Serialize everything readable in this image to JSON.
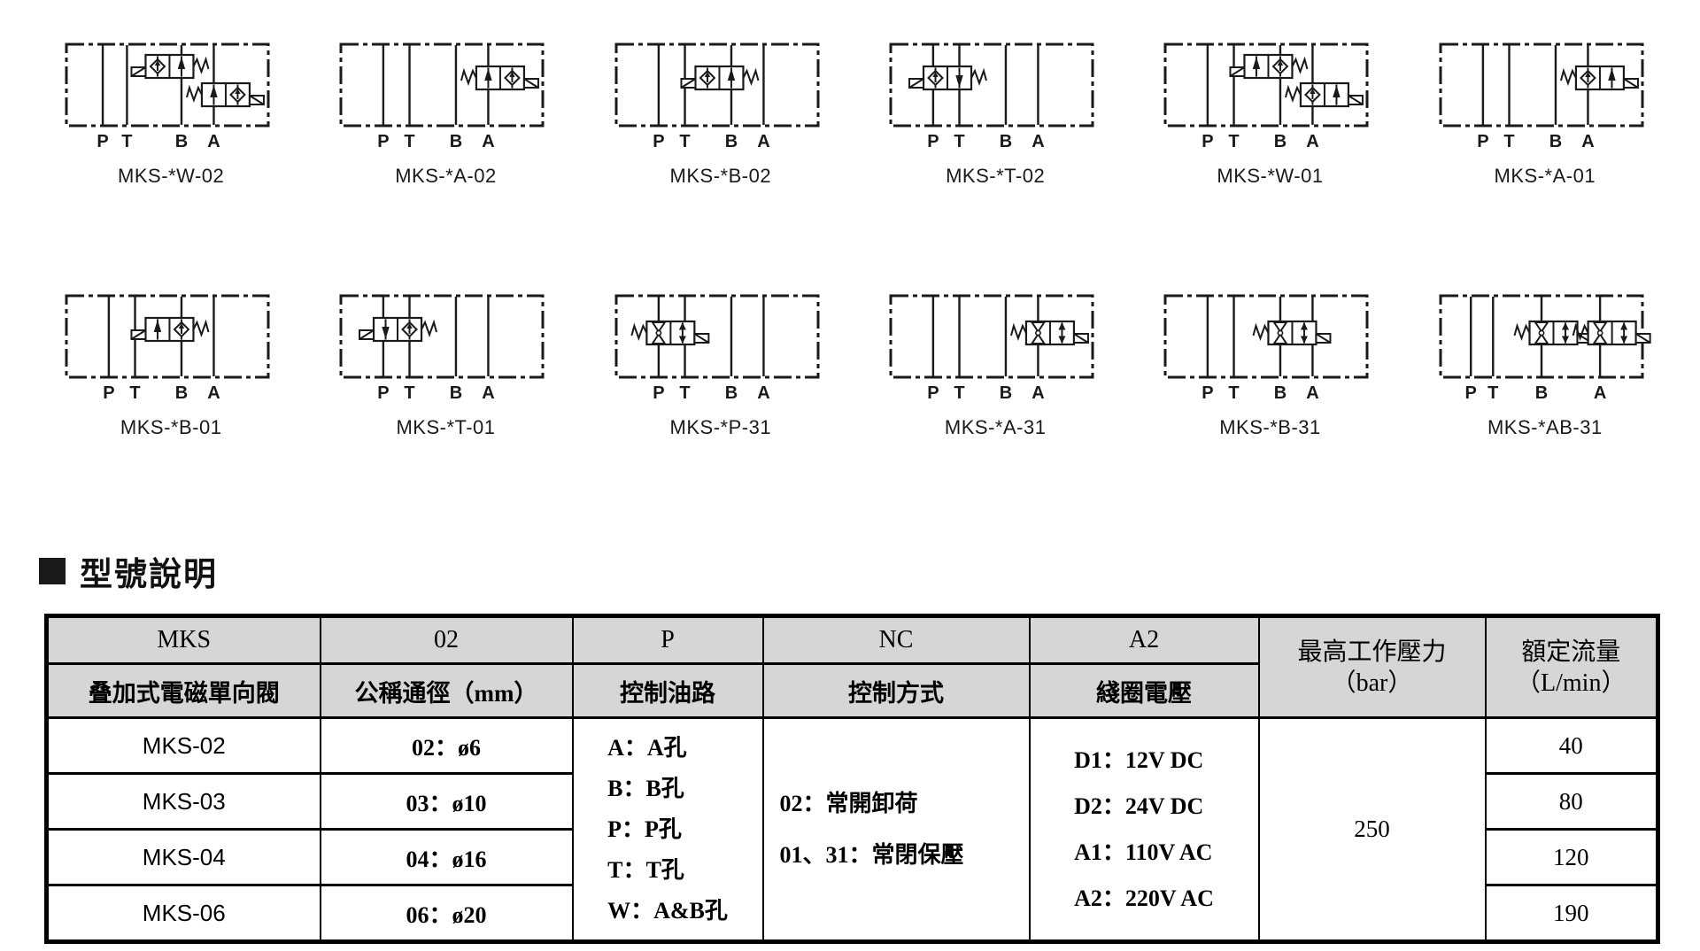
{
  "ports": [
    "P",
    "T",
    "B",
    "A"
  ],
  "diagrams": [
    {
      "label": "MKS-*W-02",
      "portx": [
        0.18,
        0.3,
        0.57,
        0.73
      ],
      "valves": [
        {
          "port": 2,
          "pos": "upper",
          "cells": [
            "check",
            "arrow-up"
          ],
          "spring": "right"
        },
        {
          "port": 3,
          "pos": "lower",
          "cells": [
            "arrow-up",
            "check"
          ],
          "spring": "left"
        }
      ]
    },
    {
      "label": "MKS-*A-02",
      "valves": [
        {
          "port": 3,
          "pos": "single",
          "cells": [
            "arrow-up",
            "check"
          ],
          "spring": "left"
        }
      ]
    },
    {
      "label": "MKS-*B-02",
      "valves": [
        {
          "port": 2,
          "pos": "single",
          "cells": [
            "check",
            "arrow-up"
          ],
          "spring": "right"
        }
      ]
    },
    {
      "label": "MKS-*T-02",
      "valves": [
        {
          "port": 1,
          "pos": "single",
          "cells": [
            "check",
            "arrow-down"
          ],
          "spring": "right"
        }
      ]
    },
    {
      "label": "MKS-*W-01",
      "valves": [
        {
          "port": 2,
          "pos": "upper",
          "cells": [
            "arrow-up",
            "check"
          ],
          "spring": "right"
        },
        {
          "port": 3,
          "pos": "lower",
          "cells": [
            "check",
            "arrow-up"
          ],
          "spring": "left"
        }
      ]
    },
    {
      "label": "MKS-*A-01",
      "valves": [
        {
          "port": 3,
          "pos": "single",
          "cells": [
            "check",
            "arrow-up"
          ],
          "spring": "left"
        }
      ]
    },
    {
      "label": "MKS-*B-01",
      "valves": [
        {
          "port": 2,
          "pos": "single",
          "cells": [
            "arrow-up",
            "check"
          ],
          "spring": "right"
        }
      ]
    },
    {
      "label": "MKS-*T-01",
      "valves": [
        {
          "port": 1,
          "pos": "single",
          "cells": [
            "arrow-down",
            "check"
          ],
          "spring": "right"
        }
      ]
    },
    {
      "label": "MKS-*P-31",
      "valves": [
        {
          "port": 0,
          "pos": "mid",
          "cells": [
            "poppet",
            "double-arrow"
          ],
          "spring": "left"
        }
      ]
    },
    {
      "label": "MKS-*A-31",
      "valves": [
        {
          "port": 3,
          "pos": "mid",
          "cells": [
            "poppet",
            "double-arrow"
          ],
          "spring": "left"
        }
      ]
    },
    {
      "label": "MKS-*B-31",
      "valves": [
        {
          "port": 2,
          "pos": "mid",
          "cells": [
            "poppet",
            "double-arrow"
          ],
          "spring": "left"
        }
      ]
    },
    {
      "label": "MKS-*AB-31",
      "portx": [
        0.15,
        0.26,
        0.5,
        0.79
      ],
      "valves": [
        {
          "port": 2,
          "pos": "mid",
          "cells": [
            "poppet",
            "double-arrow"
          ],
          "spring": "left"
        },
        {
          "port": 3,
          "pos": "mid",
          "cells": [
            "poppet",
            "double-arrow"
          ],
          "spring": "left"
        }
      ]
    }
  ],
  "section": {
    "title": "型號說明"
  },
  "table": {
    "header": {
      "codes": [
        "MKS",
        "02",
        "P",
        "NC",
        "A2"
      ],
      "descs": [
        "叠加式電磁單向閥",
        "公稱通徑（mm）",
        "控制油路",
        "控制方式",
        "綫圈電壓"
      ],
      "pressure_line1": "最高工作壓力",
      "pressure_line2": "（bar）",
      "flow_line1": "額定流量",
      "flow_line2": "（L/min）"
    },
    "rows": [
      {
        "model": "MKS-02",
        "bore": "02：ø6",
        "flow": "40"
      },
      {
        "model": "MKS-03",
        "bore": "03：ø10",
        "flow": "80"
      },
      {
        "model": "MKS-04",
        "bore": "04：ø16",
        "flow": "120"
      },
      {
        "model": "MKS-06",
        "bore": "06：ø20",
        "flow": "190"
      }
    ],
    "control_circuit": [
      "A：A孔",
      "B：B孔",
      "P：P孔",
      "T：T孔",
      "W：A&B孔"
    ],
    "control_mode": [
      "02：常開卸荷",
      "01、31：常閉保壓"
    ],
    "coil_voltage": [
      "D1：12V DC",
      "D2：24V DC",
      "A1：110V AC",
      "A2：220V AC"
    ],
    "max_pressure": "250"
  },
  "colors": {
    "ink": "#1a1a1a",
    "header_bg": "#d6d6d6"
  }
}
